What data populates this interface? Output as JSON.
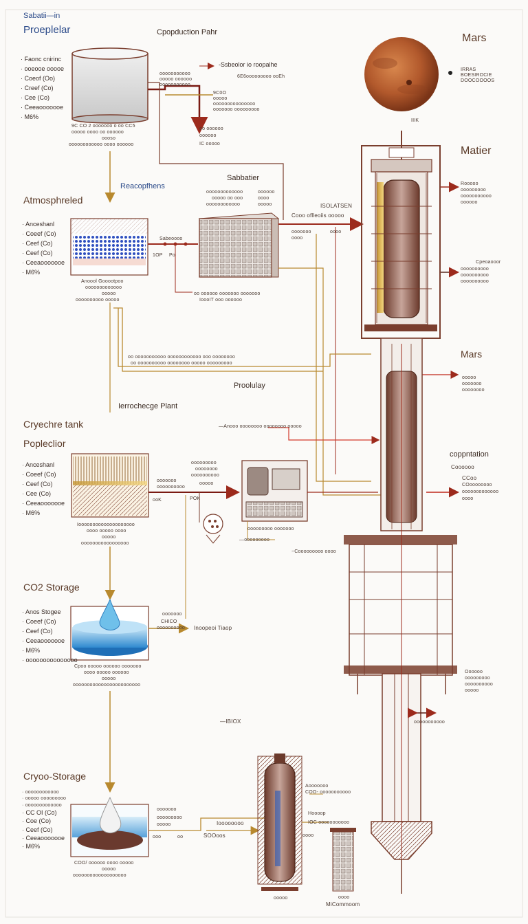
{
  "header": {
    "title_small": "Sabatii—in",
    "title": "Proeplelar",
    "subtitle": "Cpopduction Pahr"
  },
  "mars_top": {
    "title": "Mars",
    "note": [
      "IRRAS",
      "BOESIROCIE",
      "DOOCOOOOS"
    ]
  },
  "tank_top": {
    "bullets": [
      "Faonc cnirinc",
      "ooeooe ooooe",
      "Coeof (Oo)",
      "Creef (Co)",
      "Cee (Co)",
      "Ceeaooooooe",
      "M6%"
    ],
    "caption": [
      "9C CO 2 ooooooo o oo CC5",
      "ooooo oooo oo oooooo",
      "oooso",
      "oooooooooooo oooo oooooo"
    ],
    "note_right": [
      "-Ssbeolor io roopalhe",
      "6E6ooooooooo ooEh"
    ],
    "note_mid": [
      "ooooooooooo",
      "ooooo oooooo",
      "ooooooooooo"
    ],
    "pipe_note": [
      "9C0O",
      "ooooo",
      "ooooooooooooooo",
      "ooooooo ooooooooo"
    ],
    "pipe_note2": [
      "oo oooooo",
      "oooooo",
      "IC ooooo"
    ]
  },
  "atmos": {
    "title": "Atmosphreled",
    "reac": "Reacopfhens",
    "bullets": [
      "Anceshanl",
      "Coeef (Co)",
      "Ceef (Co)",
      "Ceef (Co)",
      "Ceeaooooooe",
      "M6%"
    ],
    "caption": [
      "Anoool Gooootpoo",
      "ooooooooooooo",
      "ooooo",
      "oooooooooo ooooo"
    ],
    "pipe_label": "Sabeoooo",
    "pipe_small": [
      "1OP",
      "Po"
    ]
  },
  "sabatier": {
    "title": "Sabbatier",
    "note_top": [
      "ooooooooooooo",
      "ooooo oo ooo",
      "oooooooooooo"
    ],
    "note_side": [
      "oooooo",
      "oooo",
      "ooooo"
    ],
    "note_bottom": [
      "oo oooooo ooooooo ooooooo",
      "IoooIT ooo oooooo"
    ],
    "isolation": "ISOLATSEN",
    "arrow_note": "Cooo oflleoiis ooooo",
    "small": [
      "ooooooo",
      "oooo",
      "oooo"
    ]
  },
  "middle": {
    "wide_note": [
      "oo ooooooooooo oooooooooooo ooo oooooooo",
      "oo oooooooooo oooooooo ooooo ooooooooo"
    ],
    "proolulay": "Proolulay",
    "plant": "Ierrochecge Plant",
    "arrow_note": "—Anooo oooooooo oooooooo ooooo"
  },
  "cryechre": {
    "title": "Cryechre tank",
    "sub": "Popleclior",
    "bullets": [
      "Anceshanl",
      "Coeef (Co)",
      "Ceef (Co)",
      "Cee (Co)",
      "Ceeaooooooe",
      "M6%"
    ],
    "caption": [
      "Ioooooooooooooooooooo",
      "oooo ooooo oooo",
      "ooooo",
      "ooooooooooooooooo"
    ],
    "pipe_label": [
      "ooooooo",
      "oooooooooo",
      "ooooo"
    ],
    "pipe_small": [
      "ooK",
      "POK"
    ],
    "machine_note": [
      "ooooooooo",
      "oooooooo",
      "oooooooooo"
    ],
    "machine_caption": "ooooooooo ooooooo",
    "bottom_note": "—ooooooooo",
    "column_note": "~Cooooooooo oooo"
  },
  "co2": {
    "title": "CO2 Storage",
    "bullets": [
      "Anos Stogee",
      "Coeef (Co)",
      "Ceef (Co)",
      "Ceeaooooooe",
      "M6%",
      "ooooooooooooooo"
    ],
    "caption": [
      "Cpoo ooooo oooooo ooooooo",
      "oooo ooooo oooooo",
      "ooooo",
      "oooooooooooooooooooooooo"
    ],
    "pipe_note": [
      "ooooooo",
      "CHICO",
      "oooooooooo"
    ],
    "pump": "Inoopeoi Tiaop",
    "arrow": "—IBIOX"
  },
  "cryo": {
    "title": "Cryoo-Storage",
    "bullets": [
      "oooooooooooo",
      "ooooo ooooooooo",
      "ooooooooooooo",
      "CC OI (Co)",
      "Coe (Co)",
      "Ceef (Co)",
      "Ceeaooooooe",
      "M6%"
    ],
    "caption": [
      "COO/ oooooo oooo ooooo",
      "ooooo",
      "ooooooooooooooooooo"
    ],
    "pipe_label": [
      "ooooooo",
      "ooooooooo",
      "ooooo"
    ],
    "pipe_small": [
      "ooo",
      "oo"
    ],
    "mid_label": "Ioooooooo",
    "mid_small": "SOOoos",
    "tank_note": [
      "Aooooooo",
      "COO- ooooooooooo"
    ],
    "tank_note2": [
      "Hoooop",
      "IOC ooooooooooo"
    ],
    "tank_small": "oooo",
    "tank_caption": "ooooo",
    "rack_caption": [
      "oooo",
      "MiCommoom"
    ]
  },
  "right": {
    "top_label": "IIIK",
    "matier": "Matier",
    "matier_note": [
      "Rooooo",
      "ooooooooo",
      "ooooooooooo",
      "oooooo"
    ],
    "opsect": [
      "Cpeoaooor",
      "oooooooooo",
      "oooooooooo",
      "oooooooooo"
    ],
    "mars2": "Mars",
    "mars2_note": [
      "ooooo",
      "ooooooo",
      "oooooooo"
    ],
    "copp": "coppntation",
    "copp_sub": "Coooooo",
    "copp_note": [
      "CCoo",
      "COoooooooo",
      "ooooooooooooo",
      "oooo"
    ],
    "frame_note": [
      "Oooooo",
      "ooooooooo",
      "oooooooooo",
      "ooooo"
    ],
    "double_arrow": "ooooooooooo"
  },
  "colors": {
    "pipe_red": "#9c2a1c",
    "pipe_gold": "#b8892e",
    "frame": "#7a3e2e",
    "mars": "#b65a2b",
    "water": "#4aa3d9"
  }
}
